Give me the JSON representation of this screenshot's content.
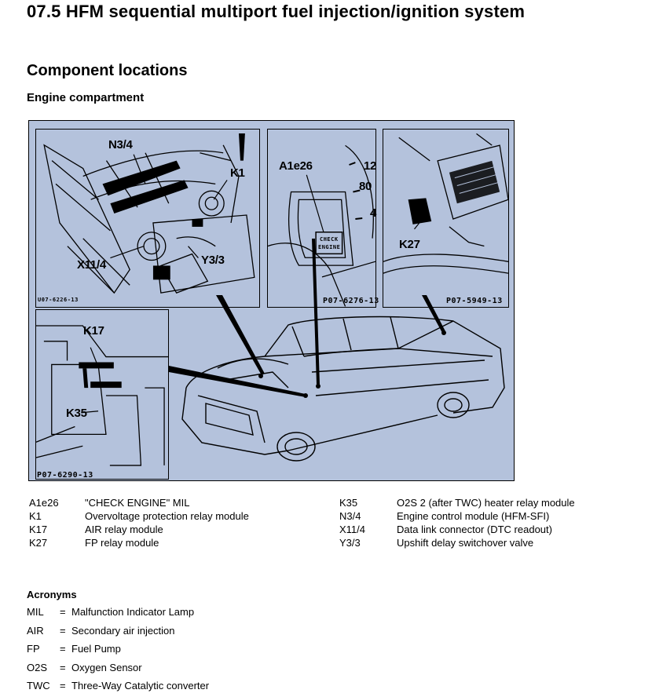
{
  "header": {
    "title": "07.5  HFM sequential multiport fuel injection/ignition system",
    "section": "Component locations",
    "subsection": "Engine compartment"
  },
  "figure": {
    "callouts": {
      "n3_4": "N3/4",
      "k1": "K1",
      "x11_4": "X11/4",
      "y3_3": "Y3/3",
      "a1e26": "A1e26",
      "k27": "K27",
      "k17": "K17",
      "k35": "K35",
      "check_engine_line1": "CHECK",
      "check_engine_line2": "ENGINE",
      "gauge_12": "12",
      "gauge_80": "80",
      "gauge_4": "4"
    },
    "image_codes": {
      "engine": "U07-6226-13",
      "cluster": "P07-6276-13",
      "relay_box": "P07-5949-13",
      "relay_detail": "P07-6290-13"
    }
  },
  "legend": {
    "left": [
      {
        "code": "A1e26",
        "desc": "\"CHECK ENGINE\" MIL"
      },
      {
        "code": "K1",
        "desc": "Overvoltage protection relay module"
      },
      {
        "code": "K17",
        "desc": "AIR relay module"
      },
      {
        "code": "K27",
        "desc": "FP relay module"
      }
    ],
    "right": [
      {
        "code": "K35",
        "desc": "O2S 2 (after TWC) heater relay module"
      },
      {
        "code": "N3/4",
        "desc": "Engine control module (HFM-SFI)"
      },
      {
        "code": "X11/4",
        "desc": "Data link connector (DTC readout)"
      },
      {
        "code": "Y3/3",
        "desc": "Upshift delay switchover valve"
      }
    ]
  },
  "acronyms": {
    "title": "Acronyms",
    "items": [
      {
        "abbr": "MIL",
        "eq": "=",
        "meaning": "Malfunction Indicator Lamp"
      },
      {
        "abbr": "AIR",
        "eq": "=",
        "meaning": "Secondary air injection"
      },
      {
        "abbr": "FP",
        "eq": "=",
        "meaning": "Fuel Pump"
      },
      {
        "abbr": "O2S",
        "eq": "=",
        "meaning": "Oxygen Sensor"
      },
      {
        "abbr": "TWC",
        "eq": "=",
        "meaning": "Three-Way Catalytic converter"
      }
    ]
  }
}
